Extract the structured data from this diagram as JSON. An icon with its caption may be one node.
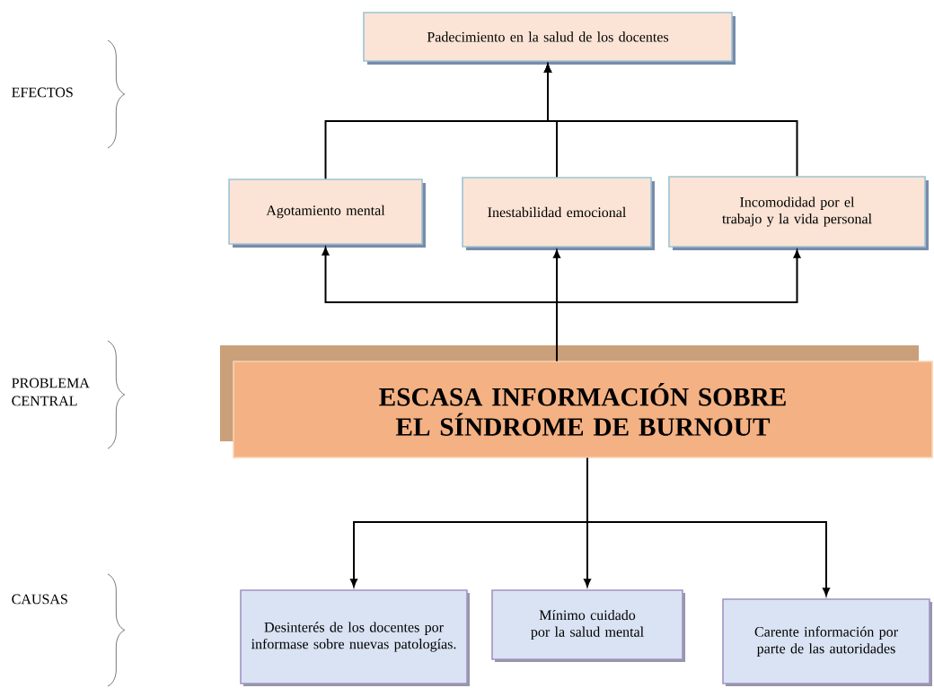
{
  "diagram": {
    "nodes": [
      {
        "text": [
          "Padecimiento en la salud de los docentes"
        ]
      },
      {
        "text": [
          "Agotamiento mental"
        ]
      },
      {
        "text": [
          "Inestabilidad emocional"
        ]
      },
      {
        "text": [
          "Incomodidad por el trabajo y la vida personal"
        ]
      },
      {
        "text": [
          "ESCASA INFORMACIÓN SOBRE EL SÍNDROME DE BURNOUT"
        ]
      },
      {
        "text": [
          "Desinterés de los docentes por informase sobre nuevas patologías."
        ]
      },
      {
        "text": [
          "Mínimo cuidado por la salud mental"
        ]
      },
      {
        "text": [
          "Carente información por parte de las autoridades"
        ]
      }
    ],
    "edges": [
      {
        "from": 1,
        "to": 0,
        "arrow": "to"
      },
      {
        "from": 2,
        "to": 0,
        "arrow": "to"
      },
      {
        "from": 3,
        "to": 0,
        "arrow": "to"
      },
      {
        "from": 4,
        "to": 1,
        "arrow": "to"
      },
      {
        "from": 4,
        "to": 2,
        "arrow": "to"
      },
      {
        "from": 4,
        "to": 3,
        "arrow": "to"
      },
      {
        "from": 4,
        "to": 5,
        "arrow": "to"
      },
      {
        "from": 4,
        "to": 6,
        "arrow": "to"
      },
      {
        "from": 4,
        "to": 7,
        "arrow": "to"
      }
    ],
    "labels": [
      "EFECTOS",
      "PROBLEMA CENTRAL",
      "CAUSAS"
    ]
  }
}
